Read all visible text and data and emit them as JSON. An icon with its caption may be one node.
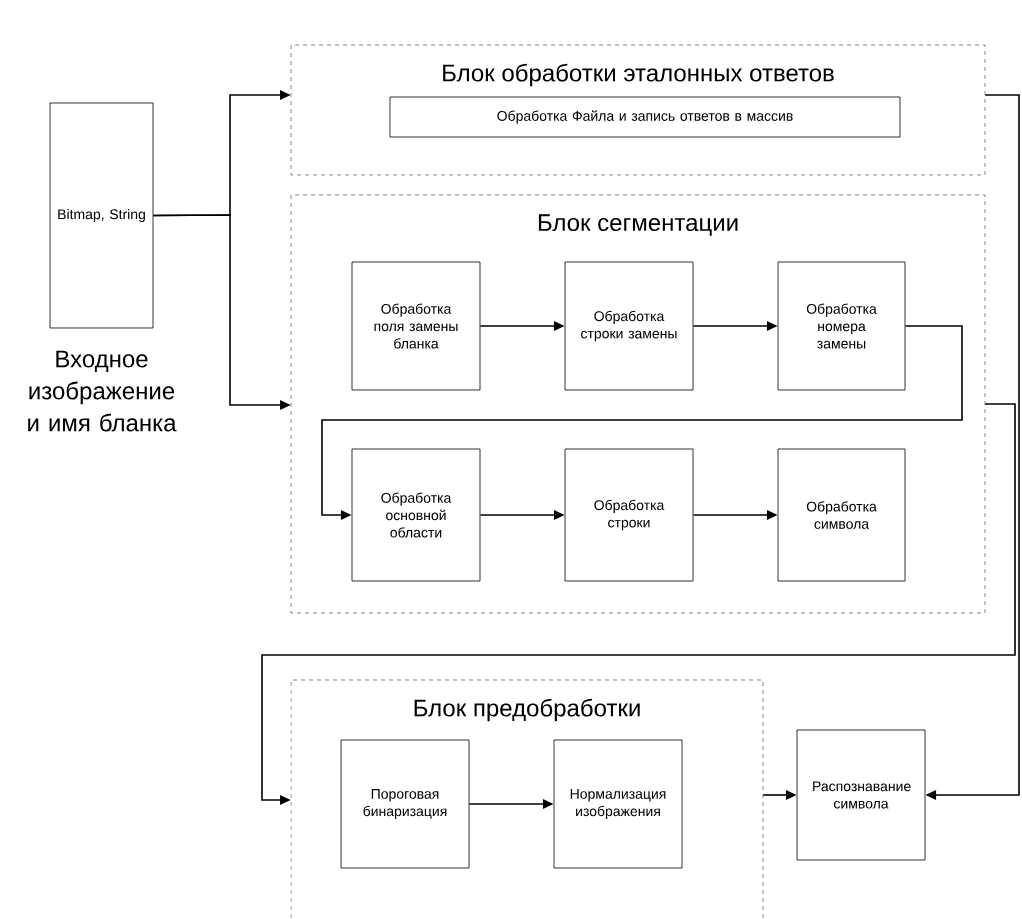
{
  "diagram": {
    "nodes": [
      {
        "text": [
          "Bitmap, String"
        ],
        "beside": [
          "Входное изображение и имя бланка"
        ]
      },
      {
        "text": [
          "Блок обработки эталонных ответов"
        ]
      },
      {
        "text": [
          "Обработка Файла и запись ответов в массив"
        ],
        "in": 1
      },
      {
        "text": [
          "Блок сегментации"
        ]
      },
      {
        "text": [
          "Обработка поля замены бланка"
        ],
        "in": 3
      },
      {
        "text": [
          "Обработка строки замены"
        ],
        "in": 3
      },
      {
        "text": [
          "Обработка номера замены"
        ],
        "in": 3
      },
      {
        "text": [
          "Обработка основной области"
        ],
        "in": 3
      },
      {
        "text": [
          "Обработка строки"
        ],
        "in": 3
      },
      {
        "text": [
          "Обработка символа"
        ],
        "in": 3
      },
      {
        "text": [
          "Блок предобработки"
        ]
      },
      {
        "text": [
          "Пороговая бинаризация"
        ],
        "in": 10
      },
      {
        "text": [
          "Нормализация изображения"
        ],
        "in": 10
      },
      {
        "text": [
          "Распознавание символа"
        ]
      }
    ],
    "edges": [
      {
        "from": 0,
        "to": 1,
        "arrow": "to"
      },
      {
        "from": 0,
        "to": 3,
        "arrow": "to"
      },
      {
        "from": 4,
        "to": 5,
        "arrow": "to"
      },
      {
        "from": 5,
        "to": 6,
        "arrow": "to"
      },
      {
        "from": 6,
        "to": 7,
        "arrow": "to"
      },
      {
        "from": 7,
        "to": 8,
        "arrow": "to"
      },
      {
        "from": 8,
        "to": 9,
        "arrow": "to"
      },
      {
        "from": 3,
        "to": 10,
        "arrow": "to"
      },
      {
        "from": 11,
        "to": 12,
        "arrow": "to"
      },
      {
        "from": 10,
        "to": 13,
        "arrow": "to"
      },
      {
        "from": 1,
        "to": 13,
        "arrow": "to"
      }
    ]
  }
}
